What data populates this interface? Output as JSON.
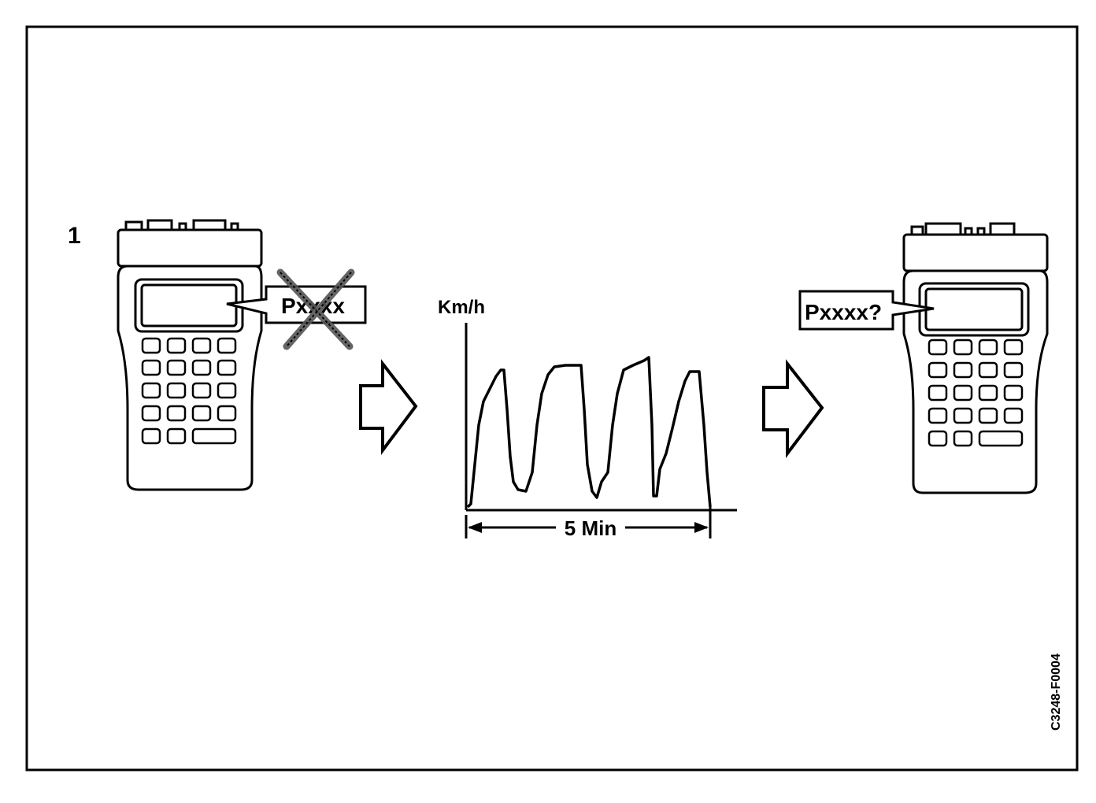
{
  "step_number": "1",
  "left_tester": {
    "callout_code": "Pxxxx",
    "callout_state": "crossed-out"
  },
  "speed_graph": {
    "y_axis_label": "Km/h",
    "duration_label": "5 Min"
  },
  "right_tester": {
    "callout_code": "Pxxxx?"
  },
  "figure_code": "C3248-F0004",
  "icons": [
    "scan-tool-icon",
    "arrow-right-icon",
    "cross-icon"
  ],
  "colors": {
    "ink": "#000000",
    "paper": "#ffffff",
    "cross": "#555555"
  }
}
